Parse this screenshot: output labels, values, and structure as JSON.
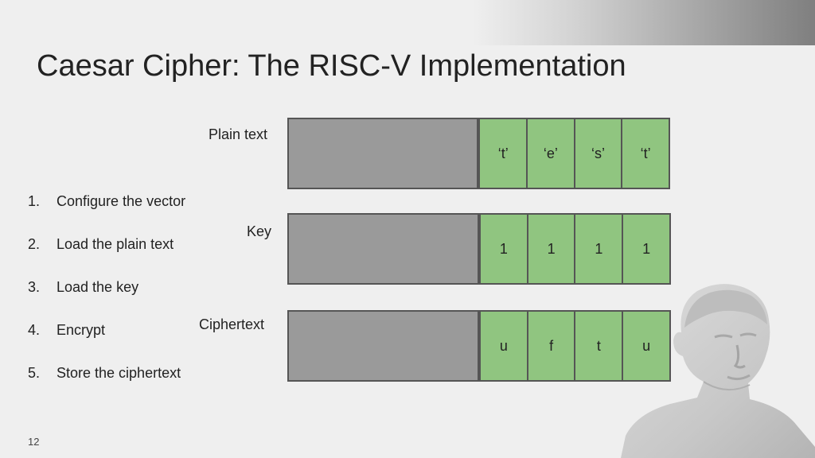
{
  "slide": {
    "title": "Caesar Cipher: The RISC-V Implementation",
    "page_number": "12"
  },
  "steps": [
    {
      "num": "1.",
      "text": "Configure the vector"
    },
    {
      "num": "2.",
      "text": "Load the plain text"
    },
    {
      "num": "3.",
      "text": "Load the key"
    },
    {
      "num": "4.",
      "text": "Encrypt"
    },
    {
      "num": "5.",
      "text": "Store the ciphertext"
    }
  ],
  "registers": {
    "plain": {
      "label": "Plain text",
      "cells": [
        "‘t’",
        "‘e’",
        "‘s’",
        "‘t’"
      ]
    },
    "key": {
      "label": "Key",
      "cells": [
        "1",
        "1",
        "1",
        "1"
      ]
    },
    "cipher": {
      "label": "Ciphertext",
      "cells": [
        "u",
        "f",
        "t",
        "u"
      ]
    }
  },
  "colors": {
    "active_cell": "#90c580",
    "inactive_region": "#9a9a9a",
    "background": "#efefef"
  }
}
